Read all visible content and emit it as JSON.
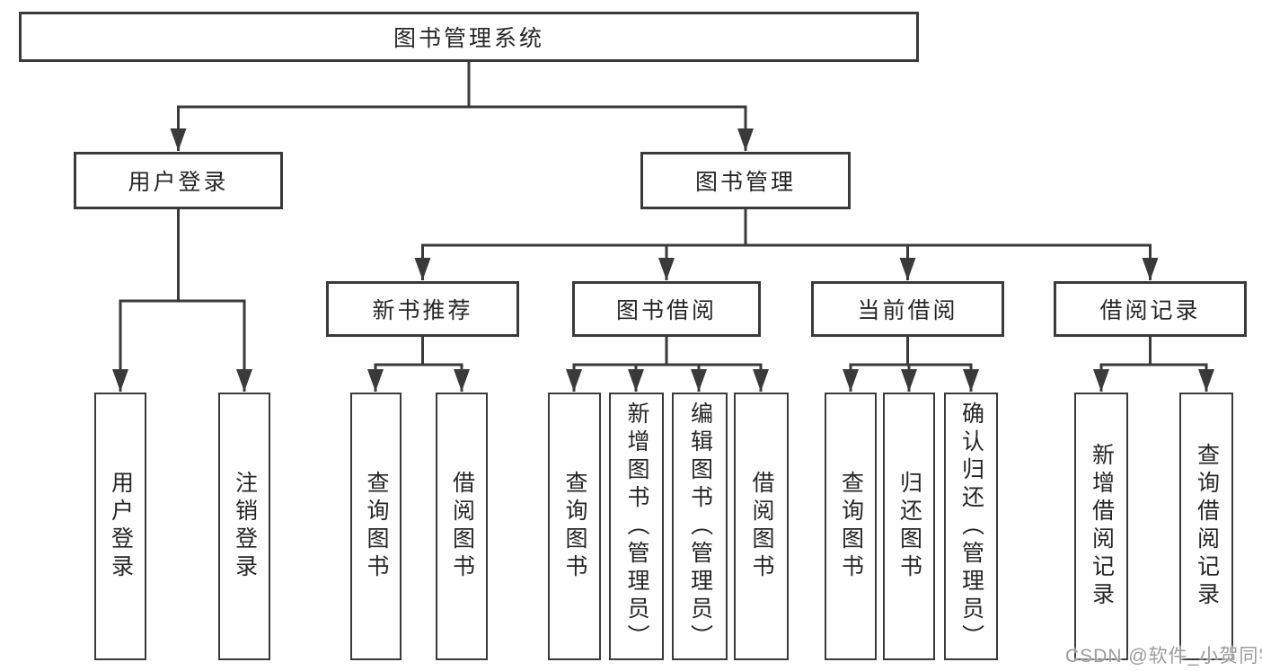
{
  "diagram": {
    "root": {
      "label": "图书管理系统"
    },
    "level2": [
      {
        "label": "用户登录"
      },
      {
        "label": "图书管理"
      }
    ],
    "level3": [
      {
        "label": "新书推荐"
      },
      {
        "label": "图书借阅"
      },
      {
        "label": "当前借阅"
      },
      {
        "label": "借阅记录"
      }
    ],
    "leaves": {
      "user_login": [
        "用户登录",
        "注销登录"
      ],
      "new_book_recommend": [
        "查询图书",
        "借阅图书"
      ],
      "book_borrow": [
        "查询图书",
        "新增图书（管理员）",
        "编辑图书（管理员）",
        "借阅图书"
      ],
      "current_borrow": [
        "查询图书",
        "归还图书",
        "确认归还（管理员）"
      ],
      "borrow_records": [
        "新增借阅记录",
        "查询借阅记录"
      ]
    }
  },
  "watermark": "CSDN @软件_小贺同学",
  "colors": {
    "line": "#3a3a3a",
    "text": "#262626",
    "background": "#ffffff",
    "watermark": "#9c9c9c"
  }
}
